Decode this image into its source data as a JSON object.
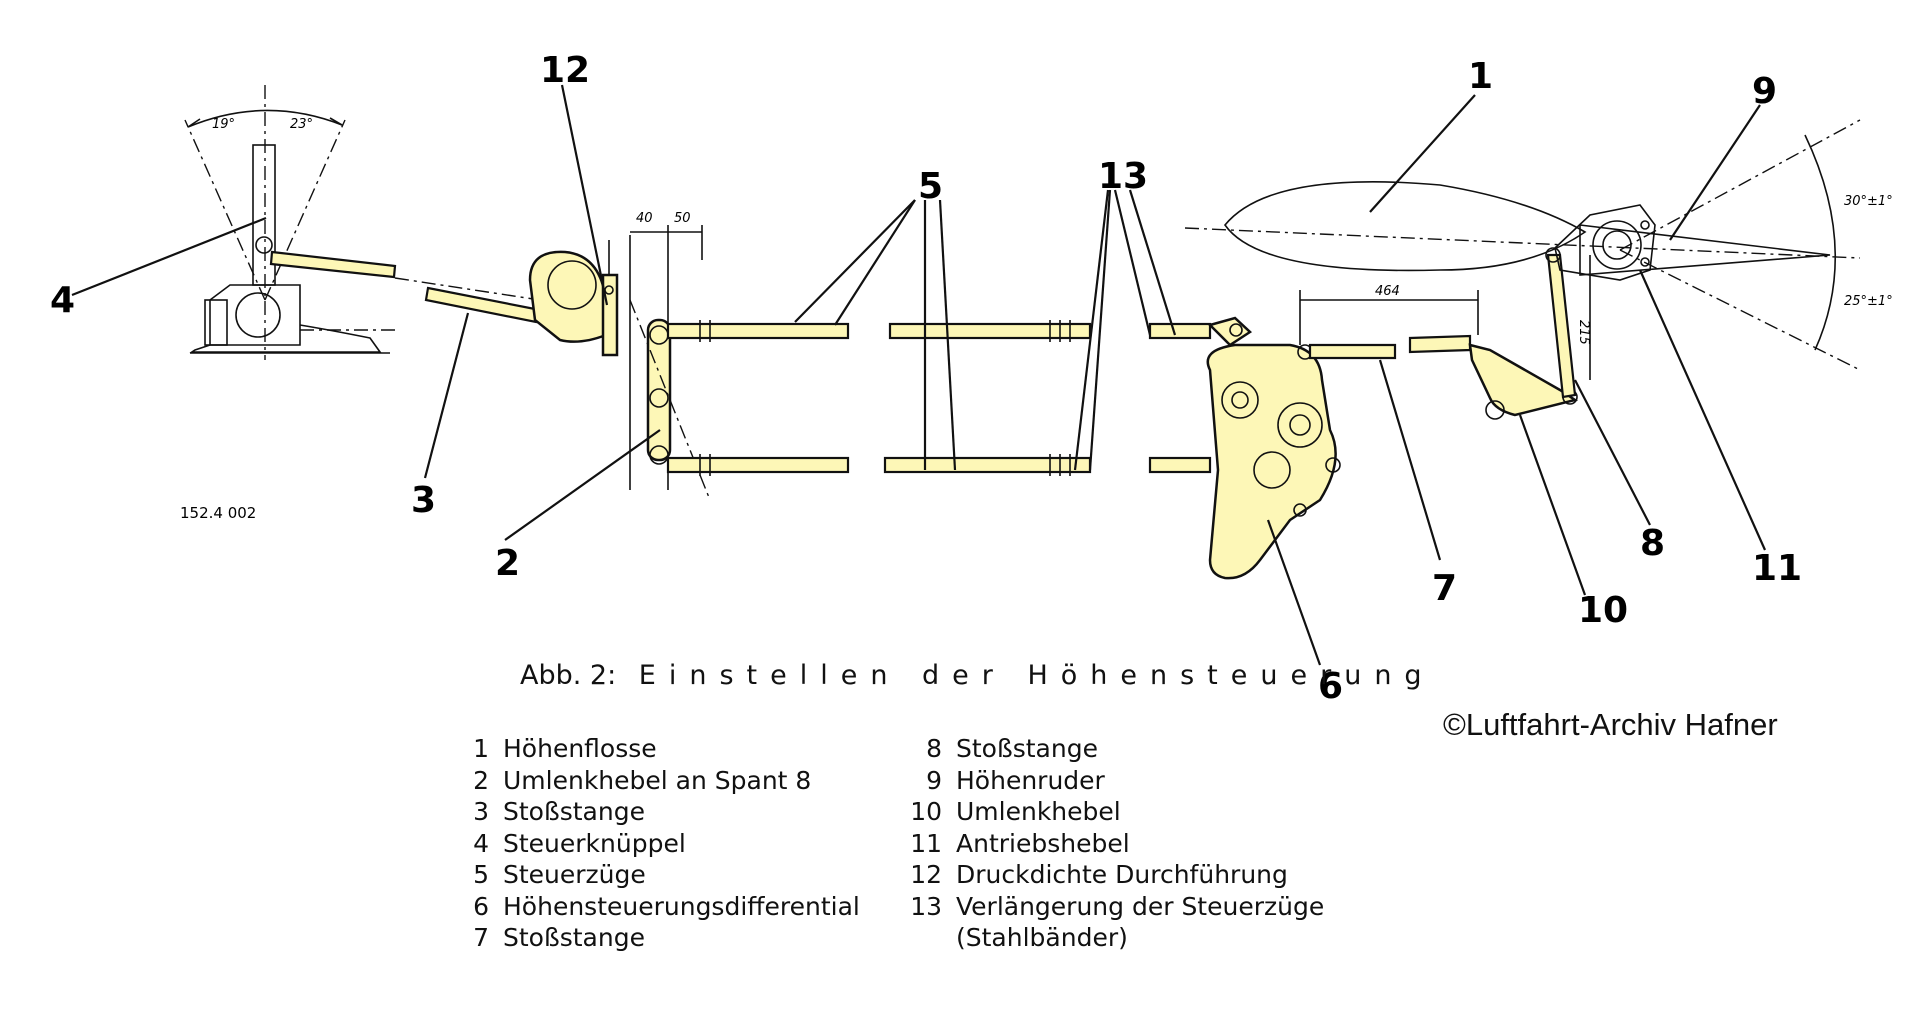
{
  "figure": {
    "caption_prefix": "Abb. 2:",
    "caption_title": "Einstellen der Höhensteuerung",
    "copyright": "©Luftfahrt-Archiv Hafner",
    "drawing_number": "152.4 002",
    "dimensions": {
      "angle_left": "19°",
      "angle_right": "23°",
      "dim_40": "40",
      "dim_50": "50",
      "dim_464": "464",
      "dim_215": "215",
      "angle_up": "30°±1°",
      "angle_down": "25°±1°"
    },
    "callouts": [
      "1",
      "2",
      "3",
      "4",
      "5",
      "6",
      "7",
      "8",
      "9",
      "10",
      "11",
      "12",
      "13"
    ],
    "colors": {
      "part_fill": "#fdf7b7",
      "line": "#111111"
    }
  },
  "legend": {
    "col1": [
      {
        "num": "1",
        "text": "Höhenflosse"
      },
      {
        "num": "2",
        "text": "Umlenkhebel an Spant 8"
      },
      {
        "num": "3",
        "text": "Stoßstange"
      },
      {
        "num": "4",
        "text": "Steuerknüppel"
      },
      {
        "num": "5",
        "text": "Steuerzüge"
      },
      {
        "num": "6",
        "text": "Höhensteuerungsdifferential"
      },
      {
        "num": "7",
        "text": "Stoßstange"
      }
    ],
    "col2": [
      {
        "num": "8",
        "text": "Stoßstange"
      },
      {
        "num": "9",
        "text": "Höhenruder"
      },
      {
        "num": "10",
        "text": "Umlenkhebel"
      },
      {
        "num": "11",
        "text": "Antriebshebel"
      },
      {
        "num": "12",
        "text": "Druckdichte Durchführung"
      },
      {
        "num": "13",
        "text": "Verlängerung der Steuerzüge"
      },
      {
        "num": "",
        "text": "(Stahlbänder)"
      }
    ]
  }
}
